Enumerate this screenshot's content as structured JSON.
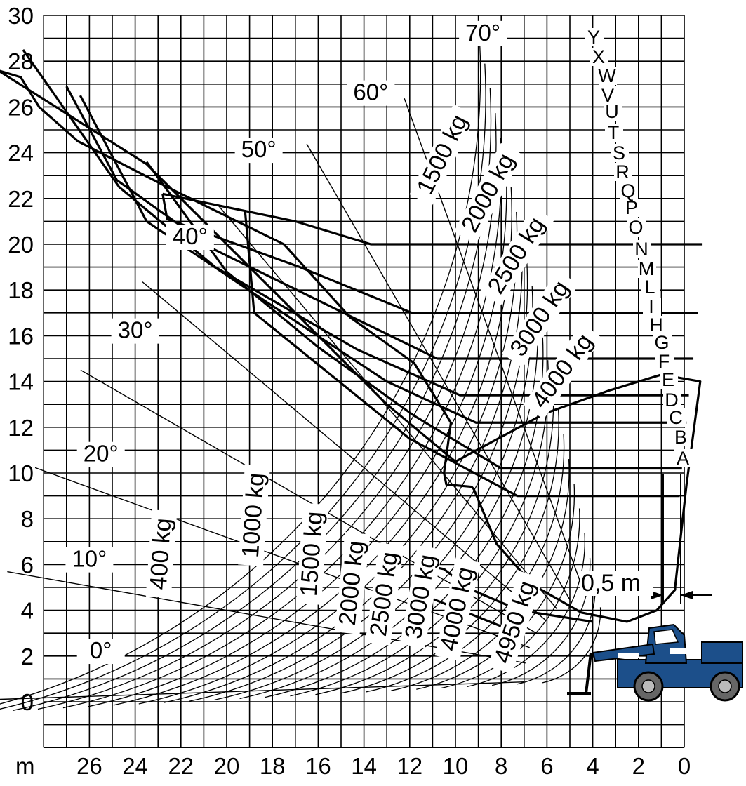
{
  "chart_data": {
    "type": "load_chart",
    "xlabel": "m",
    "xlim": [
      0,
      28
    ],
    "ylim": [
      -2,
      30
    ],
    "x_ticks": [
      26,
      24,
      22,
      20,
      18,
      16,
      14,
      12,
      10,
      8,
      6,
      4,
      2,
      0
    ],
    "y_ticks": [
      30,
      28,
      26,
      24,
      22,
      20,
      18,
      16,
      14,
      12,
      10,
      8,
      6,
      4,
      2,
      0
    ],
    "x_axis_reversed": true,
    "grid": true,
    "pivot": [
      3.0,
      1.0
    ],
    "angles": [
      {
        "label": "0°",
        "deg": -1.9
      },
      {
        "label": "10°",
        "deg": 10
      },
      {
        "label": "20°",
        "deg": 20
      },
      {
        "label": "30°",
        "deg": 30
      },
      {
        "label": "40°",
        "deg": 40
      },
      {
        "label": "50°",
        "deg": 50
      },
      {
        "label": "60°",
        "deg": 60
      },
      {
        "label": "70°",
        "deg": 70
      }
    ],
    "extension_letters": [
      "A",
      "B",
      "C",
      "D",
      "E",
      "F",
      "G",
      "H",
      "I",
      "L",
      "M",
      "N",
      "O",
      "P",
      "Q",
      "R",
      "S",
      "T",
      "U",
      "V",
      "W",
      "X",
      "Y"
    ],
    "envelope": [
      [
        4.9,
        0.4
      ],
      [
        4.0,
        1.2
      ],
      [
        3.5,
        2.5
      ],
      [
        3.9,
        4.5
      ],
      [
        5.1,
        6.6
      ],
      [
        6.9,
        8.2
      ],
      [
        9.3,
        9.2
      ],
      [
        9.4,
        9.3
      ],
      [
        9.5,
        10.4
      ],
      [
        10.0,
        10.5
      ],
      [
        12.2,
        10.2
      ],
      [
        14.8,
        11.8
      ],
      [
        16.8,
        14.6
      ],
      [
        20.0,
        17.5
      ],
      [
        22.4,
        22.4
      ],
      [
        24.5,
        26.5
      ],
      [
        26.0,
        28.2
      ],
      [
        27.3,
        29.0
      ],
      [
        27.6,
        30.0
      ],
      [
        23.5,
        23.5
      ],
      [
        17.0,
        17.0
      ],
      [
        13.0,
        13.0
      ],
      [
        10.5,
        10.0
      ],
      [
        12.6,
        6.1
      ],
      [
        13.6,
        3.3
      ],
      [
        14.3,
        1.0
      ],
      [
        14.0,
        -0.7
      ],
      [
        9.5,
        -0.1
      ],
      [
        5.0,
        0.4
      ]
    ],
    "zones": [
      {
        "label": "4950 kg",
        "boundary": [
          [
            3.5,
            4.0
          ],
          [
            4.0,
            7.2
          ],
          [
            4.9,
            9.3
          ],
          [
            5.4,
            10.0
          ],
          [
            5.8,
            10.5
          ],
          [
            6.0,
            11.5
          ],
          [
            4.5,
            11.0
          ],
          [
            3.3,
            8.0
          ]
        ]
      },
      {
        "label": "4000 kg",
        "boundary": [
          [
            9.0,
            0.2
          ],
          [
            9.0,
            7.3
          ],
          [
            11.5,
            12.0
          ],
          [
            17.0,
            18.8
          ],
          [
            21.5,
            19.2
          ]
        ]
      },
      {
        "label": "3000 kg",
        "boundary": [
          [
            10.2,
            0.1
          ],
          [
            10.2,
            8.0
          ],
          [
            12.5,
            11.8
          ],
          [
            15.5,
            16.0
          ],
          [
            18.8,
            20.0
          ],
          [
            23.6,
            23.5
          ]
        ]
      },
      {
        "label": "2500 kg",
        "boundary": [
          [
            12.2,
            -0.1
          ],
          [
            12.2,
            9.1
          ],
          [
            14.0,
            13.0
          ],
          [
            17.5,
            18.3
          ],
          [
            21.0,
            23.5
          ],
          [
            26.5,
            26.4
          ]
        ]
      },
      {
        "label": "2000 kg",
        "boundary": [
          [
            13.4,
            -0.2
          ],
          [
            13.4,
            9.8
          ],
          [
            15.4,
            14.3
          ],
          [
            19.0,
            20.5
          ],
          [
            22.5,
            24.7
          ],
          [
            28.5,
            28.9
          ]
        ]
      },
      {
        "label": "1500 kg",
        "boundary": [
          [
            15.0,
            -0.4
          ],
          [
            15.0,
            10.8
          ],
          [
            17.2,
            15.3
          ],
          [
            19.8,
            20.6
          ],
          [
            22.8,
            24.8
          ],
          [
            26.9,
            27.0
          ]
        ]
      },
      {
        "label": "1000 kg",
        "boundary": [
          [
            17.0,
            -0.6
          ],
          [
            17.0,
            11.9
          ],
          [
            19.0,
            16.8
          ],
          [
            21.1,
            22.6
          ],
          [
            22.2,
            22.8
          ]
        ]
      },
      {
        "label": "400 kg",
        "boundary": [
          [
            20.0,
            -0.8
          ],
          [
            20.0,
            13.7
          ],
          [
            21.0,
            17.0
          ],
          [
            22.2,
            22.8
          ]
        ]
      }
    ],
    "ann": [
      {
        "text": "0,5 m",
        "type": "dimension"
      }
    ]
  }
}
